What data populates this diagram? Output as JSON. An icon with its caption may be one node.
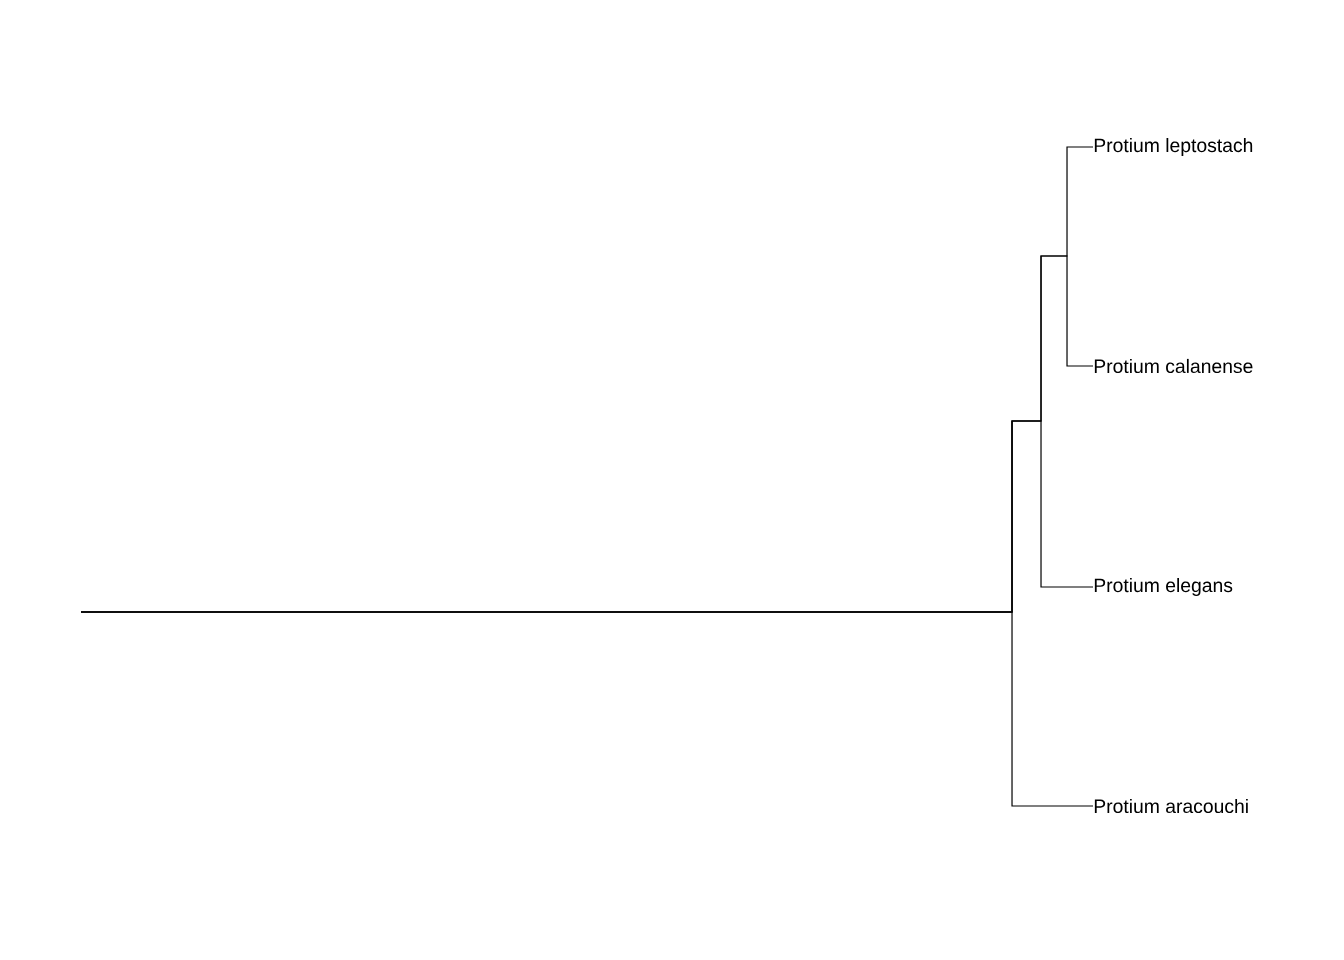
{
  "diagram": {
    "nodes": [
      {
        "text": [
          "Protium leptostach"
        ]
      },
      {
        "text": [
          "Protium calanense"
        ]
      },
      {
        "text": [
          "Protium elegans"
        ]
      },
      {
        "text": [
          "Protium aracouchi"
        ]
      }
    ],
    "edges": [
      {
        "from": null,
        "to": 0,
        "arrow": "none"
      },
      {
        "from": null,
        "to": 1,
        "arrow": "none"
      },
      {
        "from": null,
        "to": 2,
        "arrow": "none"
      },
      {
        "from": null,
        "to": 3,
        "arrow": "none"
      }
    ]
  }
}
